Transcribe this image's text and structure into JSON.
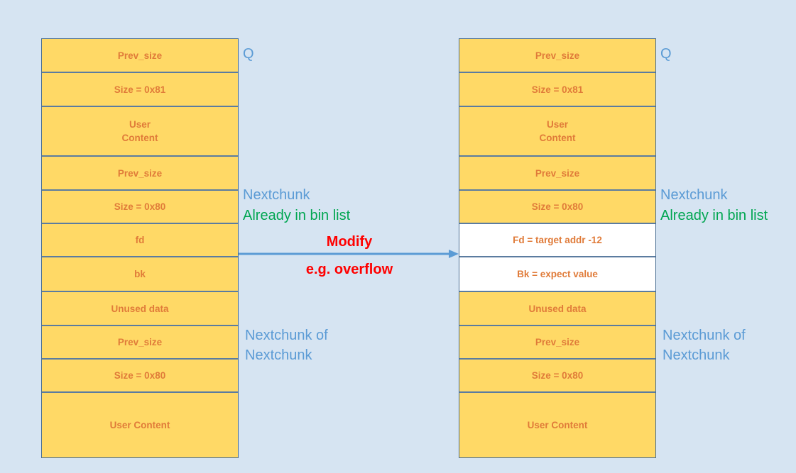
{
  "left_stack": {
    "cells": [
      "Prev_size",
      "Size = 0x81",
      "User\nContent",
      "Prev_size",
      "Size = 0x80",
      "fd",
      "bk",
      "Unused data",
      "Prev_size",
      "Size = 0x80",
      "User Content"
    ]
  },
  "right_stack": {
    "cells": [
      "Prev_size",
      "Size = 0x81",
      "User\nContent",
      "Prev_size",
      "Size = 0x80",
      "Fd = target addr -12",
      "Bk = expect value",
      "Unused data",
      "Prev_size",
      "Size = 0x80",
      "User Content"
    ]
  },
  "labels": {
    "q": "Q",
    "nextchunk": "Nextchunk",
    "already_in_bin": "Already in bin list",
    "nextchunk_of_line1": "Nextchunk of",
    "nextchunk_of_line2": "Nextchunk"
  },
  "arrow": {
    "label_top": "Modify",
    "label_bottom": "e.g. overflow"
  },
  "colors": {
    "background": "#d6e4f2",
    "cell_fill": "#ffd966",
    "cell_text": "#e07b39",
    "modified_fill": "#ffffff",
    "label_blue": "#5b9bd5",
    "label_green": "#00a651",
    "modify_red": "#ff0000",
    "arrow": "#5b9bd5"
  }
}
